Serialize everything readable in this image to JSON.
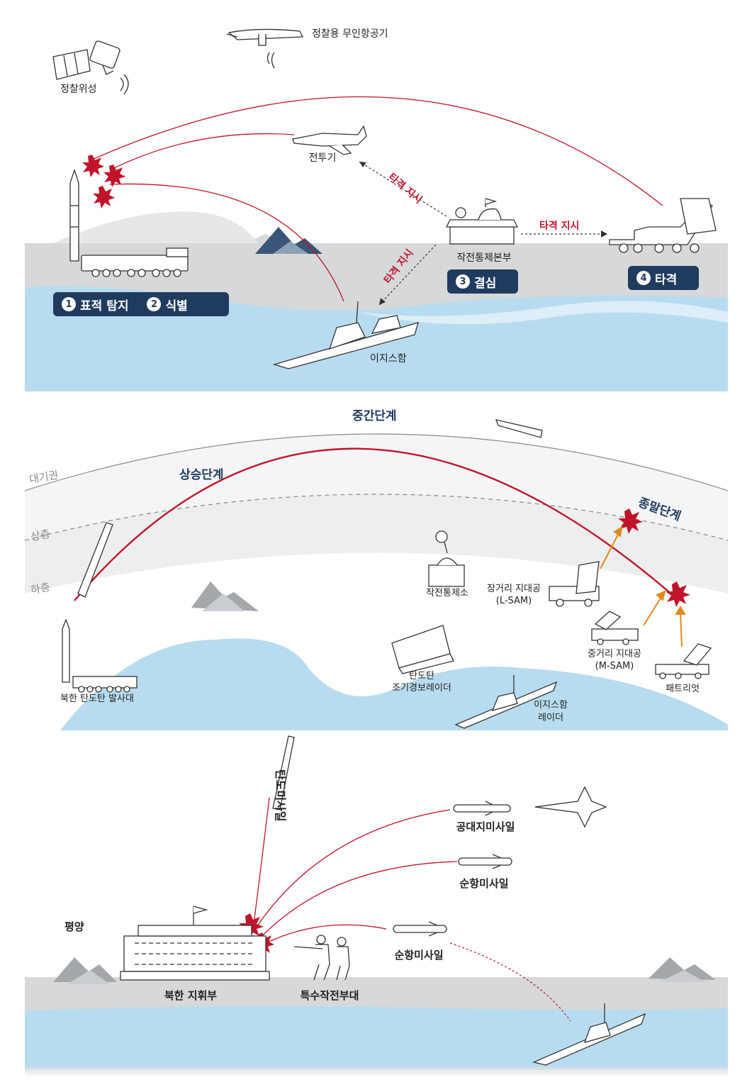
{
  "panel1": {
    "recon_satellite": "정찰위성",
    "recon_uav": "정찰용 무인항공기",
    "fighter": "전투기",
    "command_hq": "작전통제본부",
    "aegis": "이지스함",
    "order_label_1": "타격 지시",
    "order_label_2": "타격 지시",
    "order_label_3": "타격 지시",
    "steps": [
      {
        "num": "1",
        "label": "표적 탐지"
      },
      {
        "num": "2",
        "label": "식별"
      },
      {
        "num": "3",
        "label": "결심"
      },
      {
        "num": "4",
        "label": "타격"
      }
    ]
  },
  "panel2": {
    "stage_mid": "중간단계",
    "stage_boost": "상승단계",
    "stage_terminal": "종말단계",
    "layer_atmo": "대기권",
    "layer_upper": "상층",
    "layer_lower": "하층",
    "launcher": "북한 탄도탄 발사대",
    "ops_station": "작전통제소",
    "lsam_line1": "장거리 지대공",
    "lsam_line2": "(L-SAM)",
    "msam_line1": "중거리 지대공",
    "msam_line2": "(M-SAM)",
    "patriot": "패트리엇",
    "ewr_line1": "탄도탄",
    "ewr_line2": "조기경보레이더",
    "aegis_radar_line1": "이지스함",
    "aegis_radar_line2": "레이더"
  },
  "panel3": {
    "ballistic_missile": "탄도미사일",
    "air_to_ground": "공대지미사일",
    "cruise_1": "순항미사일",
    "cruise_2": "순항미사일",
    "pyongyang": "평양",
    "nk_command": "북한 지휘부",
    "special_forces": "특수작전부대"
  },
  "colors": {
    "navy": "#1f3b5e",
    "sea": "#b8dcef",
    "land": "#d6d8da",
    "red": "#c0142a",
    "mountain": "#3a5577"
  }
}
